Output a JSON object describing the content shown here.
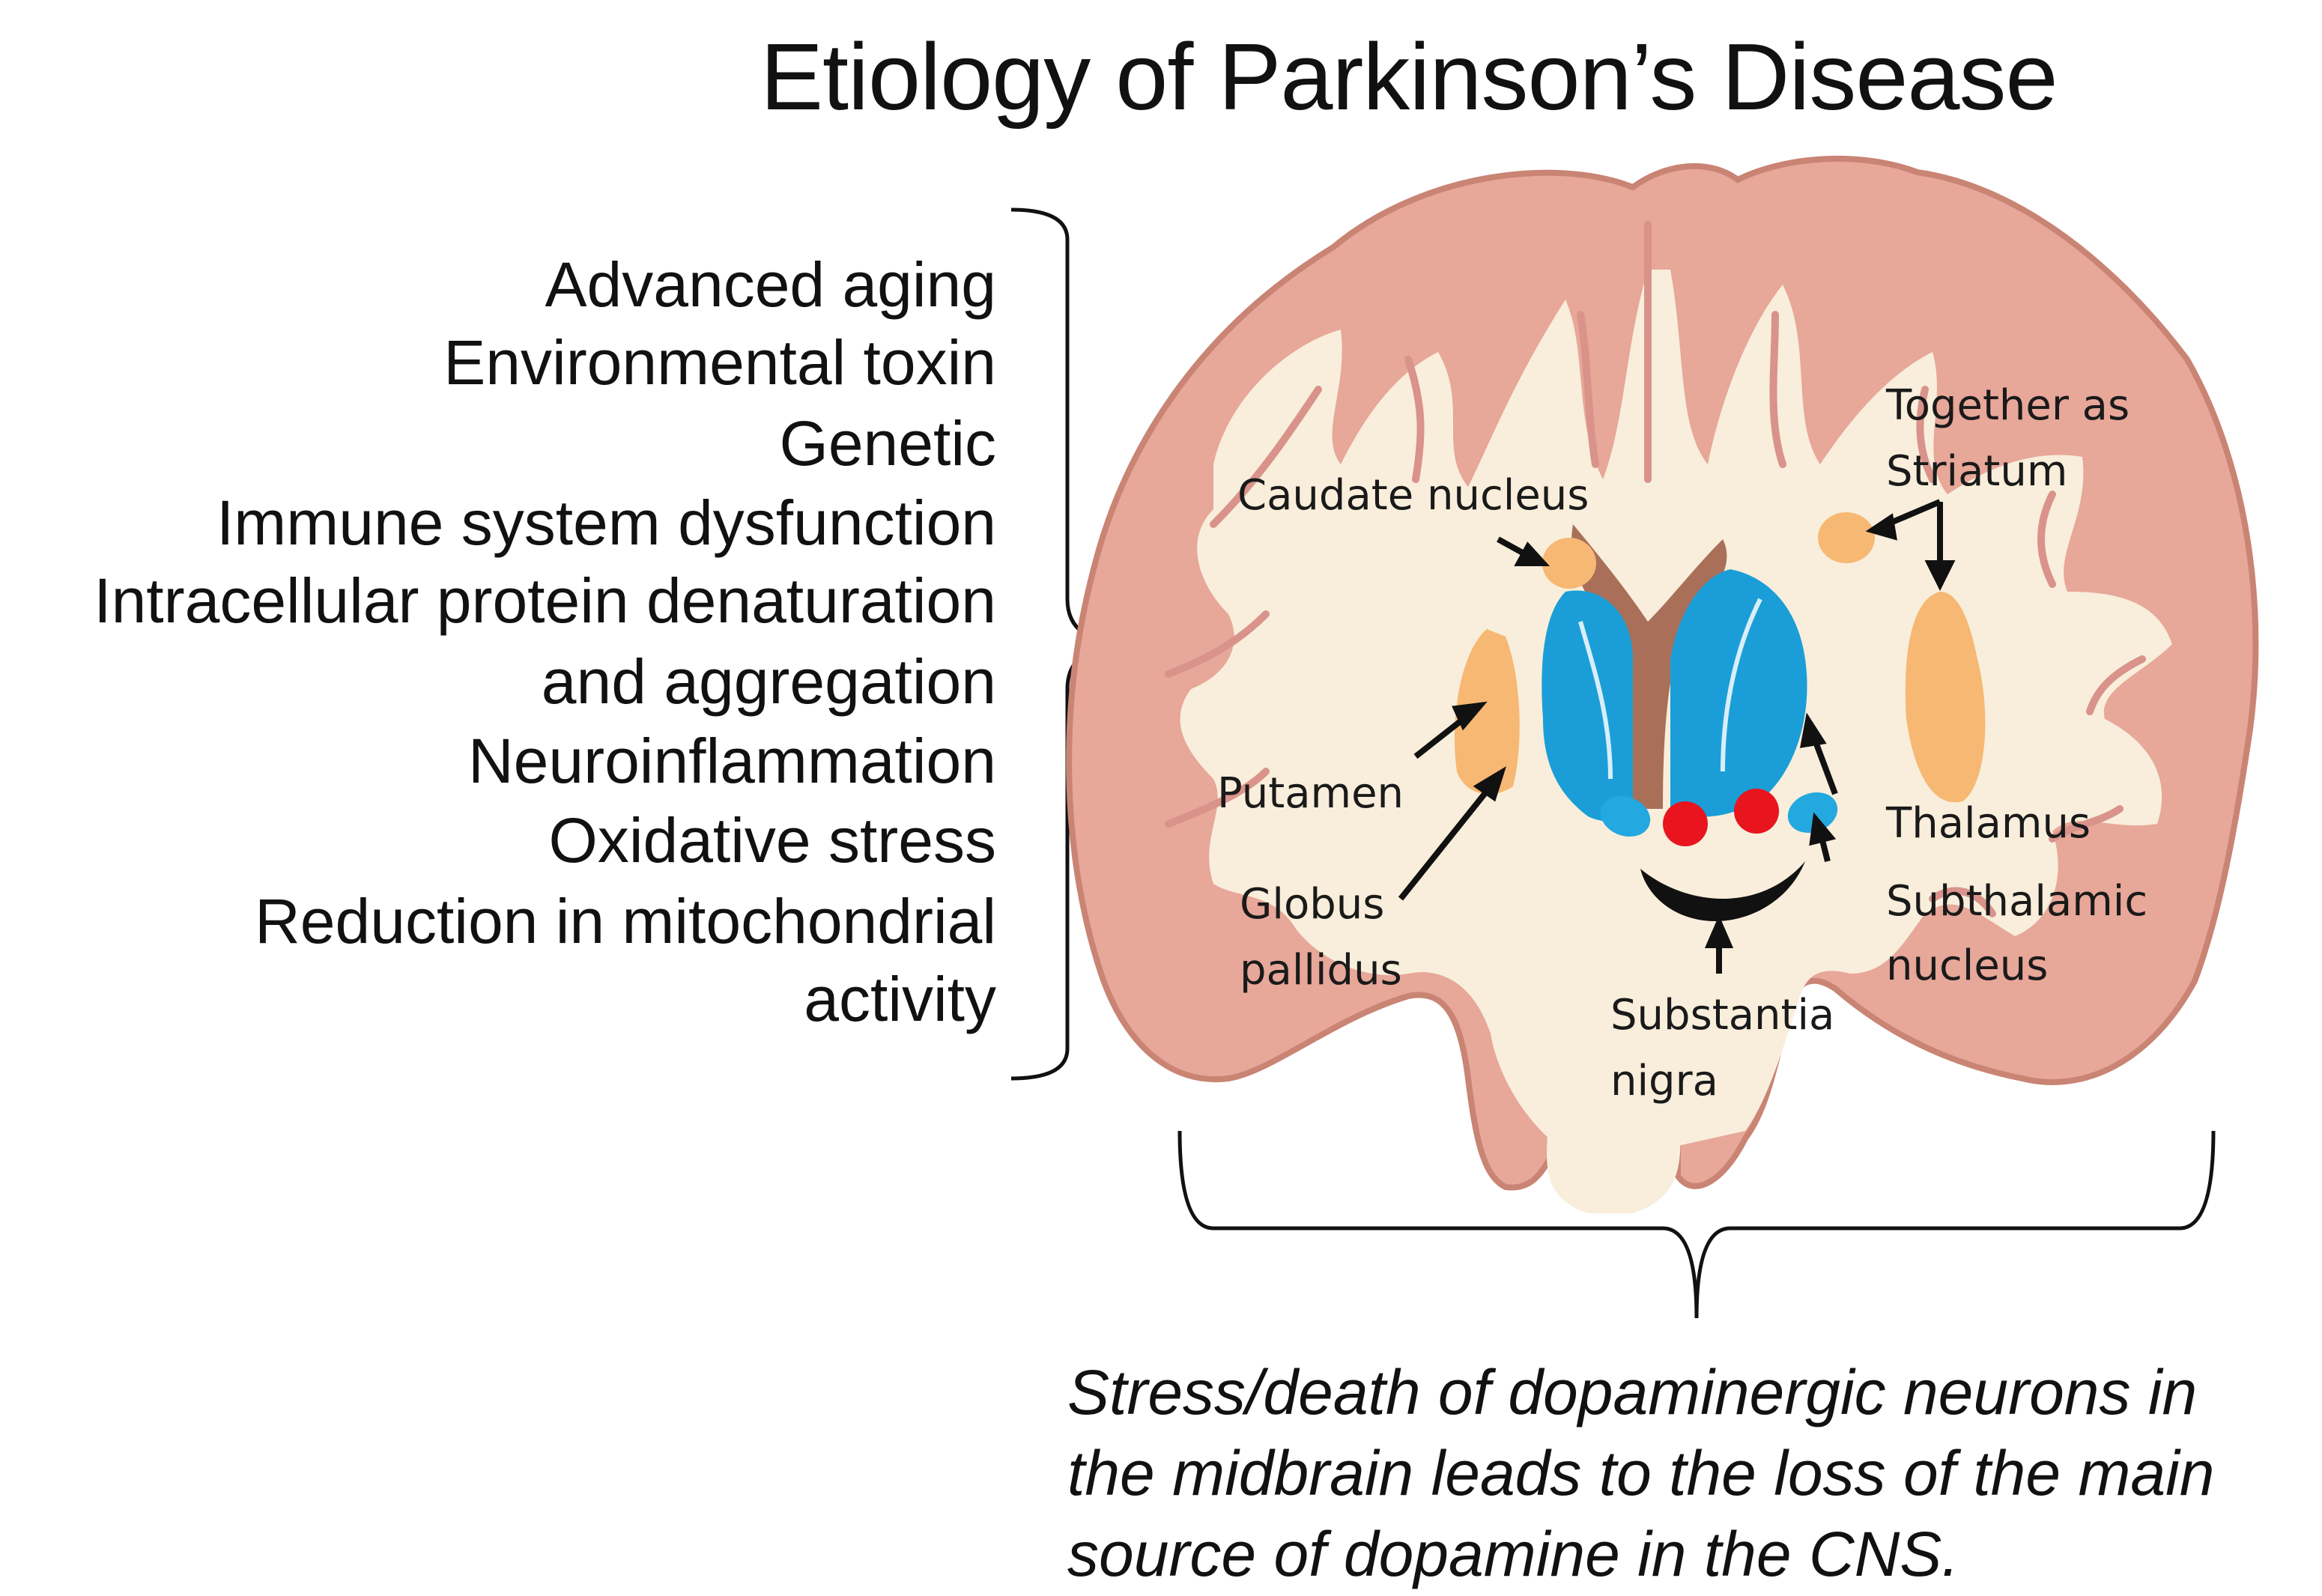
{
  "title": "Etiology of Parkinson’s Disease",
  "causes": [
    "Advanced aging",
    "Environmental toxin",
    "Genetic",
    "Immune system dysfunction",
    "Intracellular protein denaturation",
    "and aggregation",
    "Neuroinflammation",
    "Oxidative stress",
    "Reduction in mitochondrial",
    "activity"
  ],
  "labels": {
    "caudate": "Caudate nucleus",
    "together_1": "Together as",
    "together_2": "Striatum",
    "putamen": "Putamen",
    "thalamus": "Thalamus",
    "globus_1": "Globus",
    "globus_2": "pallidus",
    "subthalamic_1": "Subthalamic",
    "subthalamic_2": "nucleus",
    "substantia_1": "Substantia",
    "substantia_2": "nigra"
  },
  "conclusion": [
    "Stress/death of dopaminergic neurons in",
    "the midbrain leads to the loss of the main",
    "source of dopamine in the CNS."
  ],
  "colors": {
    "cortex": "#e7a799",
    "cortex_edge": "#c98474",
    "white_matter": "#f8eedb",
    "ventricle": "#a96f58",
    "caudate_putamen": "#f6b873",
    "thalamus": "#1b9ed8",
    "subthalamic": "#23a8e0",
    "red_nucleus": "#e8141e",
    "substantia_nigra": "#111111"
  }
}
